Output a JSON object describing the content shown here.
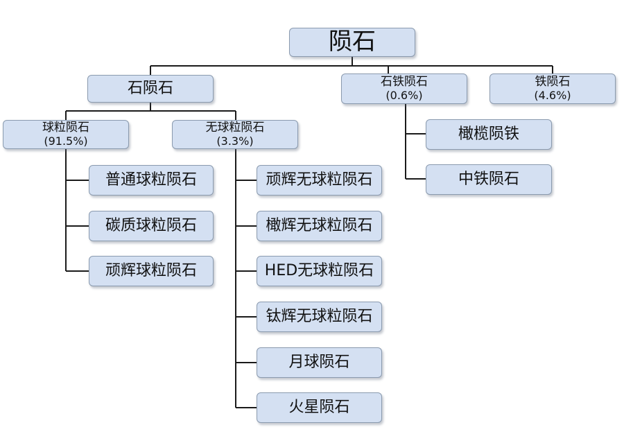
{
  "root": {
    "label": "陨石"
  },
  "stony": {
    "label": "石陨石",
    "chondrite": {
      "label": "球粒陨石",
      "pct": "(91.5%)",
      "types": [
        "普通球粒陨石",
        "碳质球粒陨石",
        "顽辉球粒陨石"
      ]
    },
    "achondrite": {
      "label": "无球粒陨石",
      "pct": "(3.3%)",
      "types": [
        "顽辉无球粒陨石",
        "橄辉无球粒陨石",
        "HED无球粒陨石",
        "钛辉无球粒陨石",
        "月球陨石",
        "火星陨石"
      ]
    }
  },
  "stony_iron": {
    "label": "石铁陨石",
    "pct": "(0.6%)",
    "types": [
      "橄榄陨铁",
      "中铁陨石"
    ]
  },
  "iron": {
    "label": "铁陨石",
    "pct": "(4.6%)"
  }
}
